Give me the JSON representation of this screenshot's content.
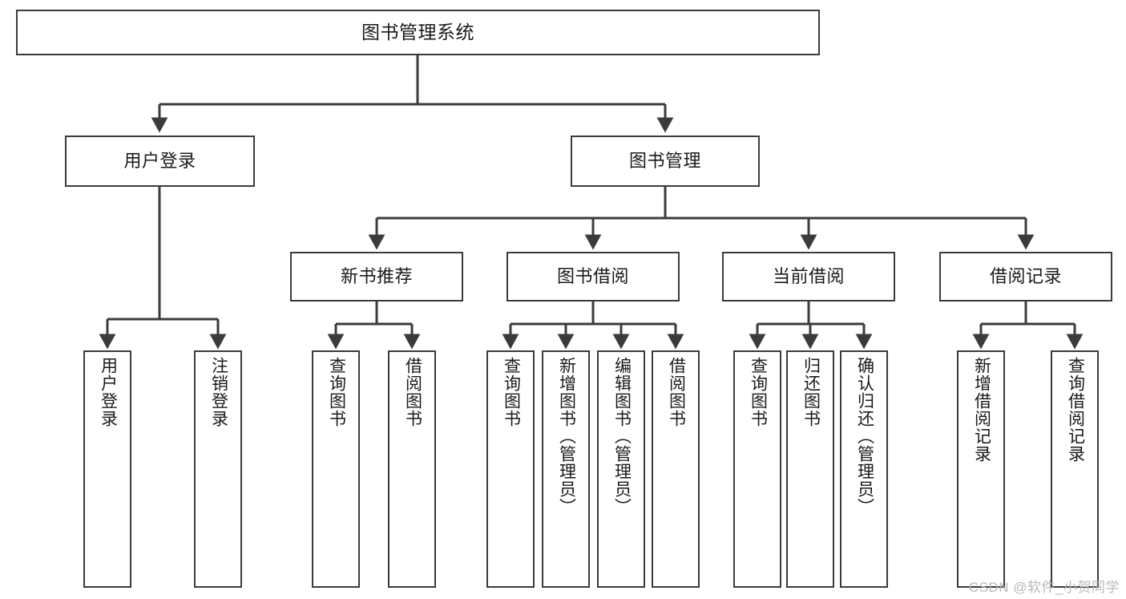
{
  "diagram": {
    "type": "tree-hierarchy",
    "title": "图书管理系统",
    "watermark": "CSDN @软件_小贺同学",
    "colors": {
      "stroke": "#3b3b3b",
      "fill": "#ffffff",
      "text": "#1a1a1a",
      "watermark": "#b9b9b9"
    },
    "nodes": {
      "root": {
        "label": "图书管理系统"
      },
      "level2": [
        {
          "id": "user-login",
          "label": "用户登录"
        },
        {
          "id": "book-management",
          "label": "图书管理"
        }
      ],
      "level3": [
        {
          "id": "new-book-recommend",
          "label": "新书推荐"
        },
        {
          "id": "book-borrow",
          "label": "图书借阅"
        },
        {
          "id": "current-borrow",
          "label": "当前借阅"
        },
        {
          "id": "borrow-record",
          "label": "借阅记录"
        }
      ],
      "leaves": {
        "user-login": [
          {
            "id": "leaf-user-login",
            "label": "用户登录"
          },
          {
            "id": "leaf-logout",
            "label": "注销登录"
          }
        ],
        "new-book-recommend": [
          {
            "id": "leaf-query-book-1",
            "label": "查询图书"
          },
          {
            "id": "leaf-borrow-book-1",
            "label": "借阅图书"
          }
        ],
        "book-borrow": [
          {
            "id": "leaf-query-book-2",
            "label": "查询图书"
          },
          {
            "id": "leaf-add-book",
            "label": "新增图书（管理员）"
          },
          {
            "id": "leaf-edit-book",
            "label": "编辑图书（管理员）"
          },
          {
            "id": "leaf-borrow-book-2",
            "label": "借阅图书"
          }
        ],
        "current-borrow": [
          {
            "id": "leaf-query-book-3",
            "label": "查询图书"
          },
          {
            "id": "leaf-return-book",
            "label": "归还图书"
          },
          {
            "id": "leaf-confirm-return",
            "label": "确认归还（管理员）"
          }
        ],
        "borrow-record": [
          {
            "id": "leaf-add-record",
            "label": "新增借阅记录"
          },
          {
            "id": "leaf-query-record",
            "label": "查询借阅记录"
          }
        ]
      }
    }
  }
}
